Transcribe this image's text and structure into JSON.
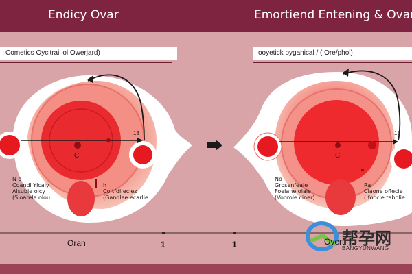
{
  "header": {
    "left_title": "Endicy Ovar",
    "right_title": "Emortiend Entening & Ovary"
  },
  "left_panel": {
    "box_label": "Cometics Oycitrail ol Owerjard)",
    "center_mark": "C",
    "top_right_mark": "18",
    "left_notes": "N o\nCoandl Ylcaly\nAlsuble oicy\n(Sioarele olou",
    "right_notes": "h\nCo tfdl eciez\n(Gandlee ecarlie"
  },
  "right_panel": {
    "box_label": "ooyetick oyganical / ( Ore/phol)",
    "center_mark": "C",
    "top_right_mark": "18",
    "left_notes": "No\nGrosenfeale\nFoelane olale\n(Voorole ciner)",
    "right_notes": "Ra\nCiaone oflecie\n( foocie tabolie"
  },
  "bottom": {
    "left_label": "Oran",
    "scale_1": "1",
    "scale_2": "1",
    "overlay_text": "Overt"
  },
  "watermark": {
    "cn": "帮孕网",
    "en": "BANGYUNWANG"
  },
  "colors": {
    "banner": "#7e2440",
    "background": "#d8a4a8",
    "organ_red": "#e8252b",
    "accent": "#6b1e32"
  }
}
